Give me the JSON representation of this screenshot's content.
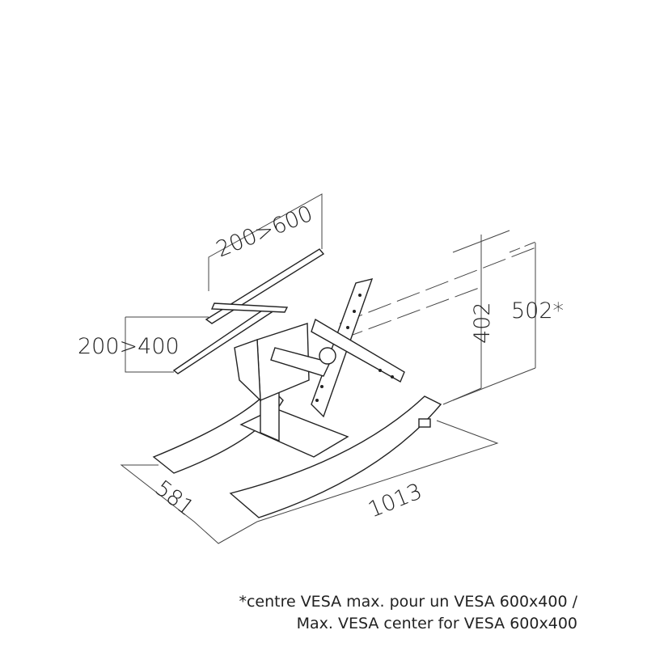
{
  "dimensions": {
    "vesa_width_range": "200>600",
    "vesa_height_range": "200>400",
    "height_min": "402",
    "height_max": "502*",
    "depth": "581",
    "width": "1013"
  },
  "footnote": {
    "line1": "*centre VESA max. pour un VESA 600x400 /",
    "line2": "Max. VESA center for VESA 600x400"
  }
}
